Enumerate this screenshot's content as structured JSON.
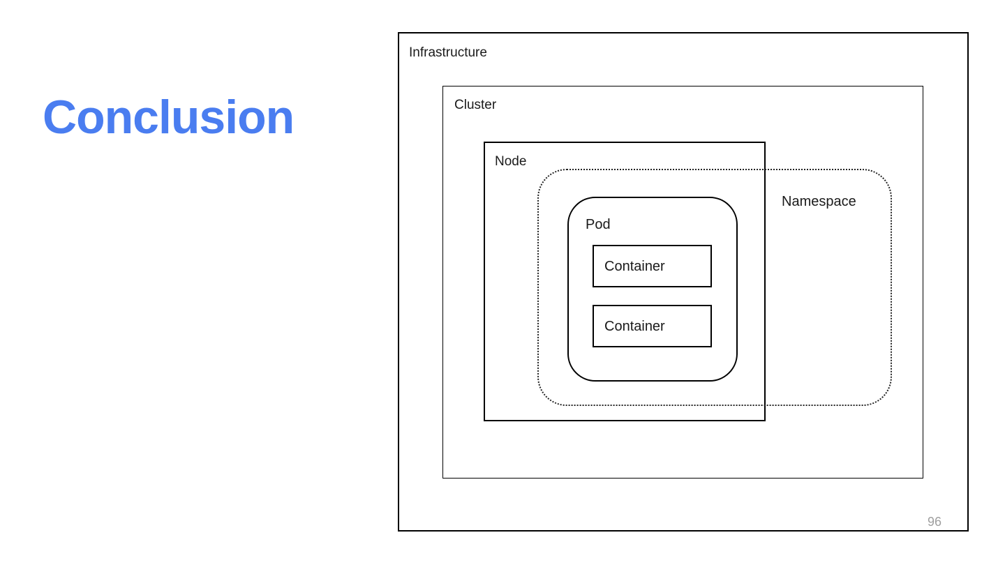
{
  "slide": {
    "title": "Conclusion",
    "title_color": "#4a7df0",
    "page_number": "96"
  },
  "diagram": {
    "infrastructure_label": "Infrastructure",
    "cluster_label": "Cluster",
    "node_label": "Node",
    "namespace_label": "Namespace",
    "pod_label": "Pod",
    "containers": [
      {
        "label": "Container"
      },
      {
        "label": "Container"
      }
    ],
    "border_color": "#000000",
    "namespace_border_style": "dotted",
    "page_number_color": "#9e9e9e"
  }
}
